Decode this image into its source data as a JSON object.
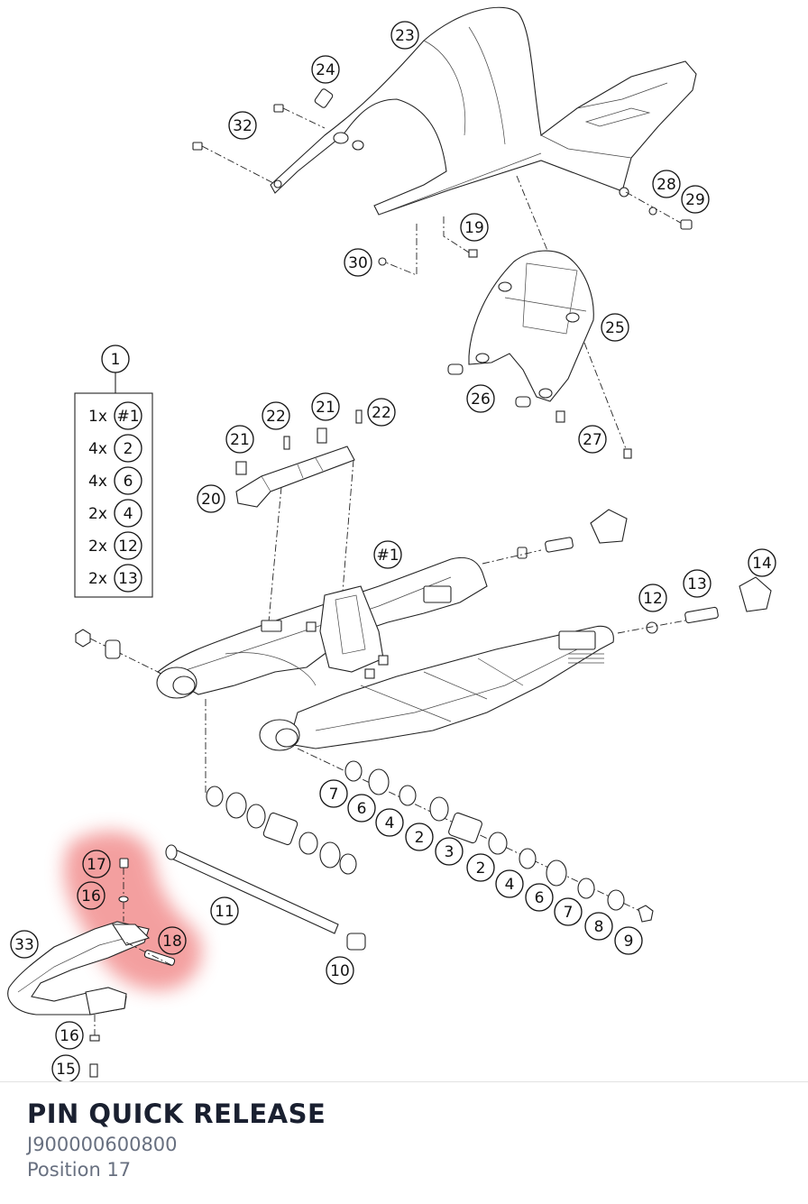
{
  "part": {
    "title": "PIN QUICK RELEASE",
    "number": "J900000600800",
    "position": "Position 17"
  },
  "highlight_color": "#f08080",
  "callouts": [
    "1",
    "2",
    "2",
    "3",
    "4",
    "4",
    "6",
    "6",
    "7",
    "7",
    "8",
    "9",
    "10",
    "11",
    "12",
    "13",
    "14",
    "15",
    "16",
    "16",
    "17",
    "18",
    "19",
    "20",
    "21",
    "21",
    "22",
    "22",
    "23",
    "24",
    "25",
    "26",
    "27",
    "28",
    "29",
    "30",
    "32",
    "33",
    "#1"
  ],
  "kit": {
    "label": "1",
    "rows": [
      {
        "qty": "1x",
        "ref": "#1"
      },
      {
        "qty": "4x",
        "ref": "2"
      },
      {
        "qty": "4x",
        "ref": "6"
      },
      {
        "qty": "2x",
        "ref": "4"
      },
      {
        "qty": "2x",
        "ref": "12"
      },
      {
        "qty": "2x",
        "ref": "13"
      }
    ]
  }
}
